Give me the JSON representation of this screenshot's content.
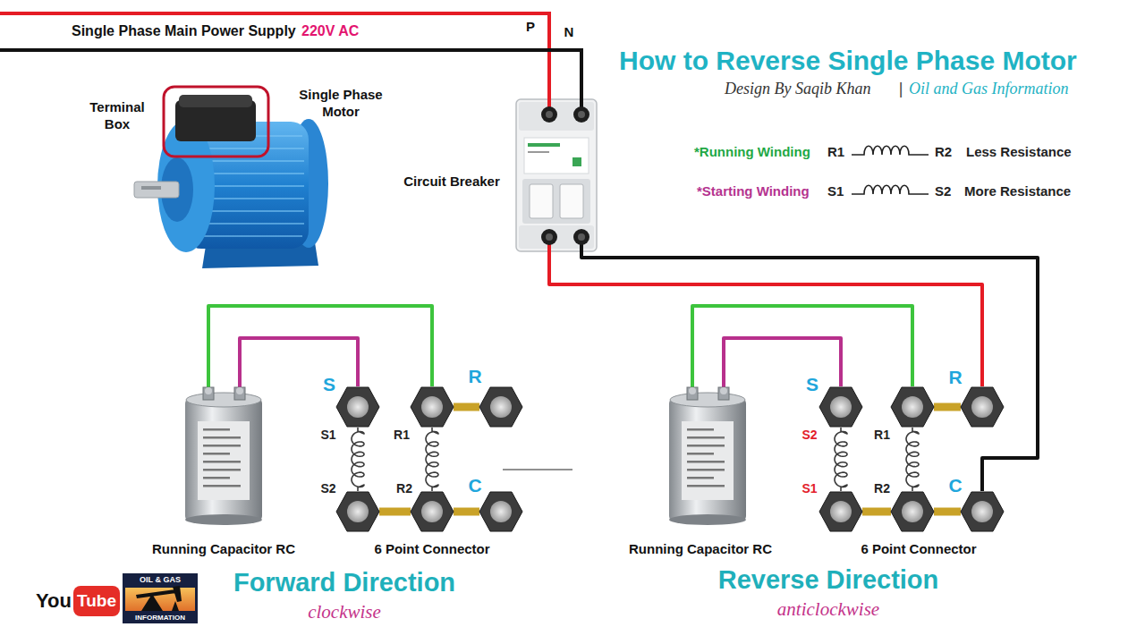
{
  "diagram": {
    "title": "How to Reverse Single Phase Motor",
    "nodes": [
      {
        "text": [
          "Circuit Breaker"
        ]
      },
      {
        "text": [
          "Running Capacitor RC"
        ]
      },
      {
        "text": [
          "S",
          "S1"
        ]
      },
      {
        "text": [
          "R1"
        ]
      },
      {
        "text": [
          "R"
        ]
      },
      {
        "text": [
          "S2"
        ]
      },
      {
        "text": [
          "R2"
        ]
      },
      {
        "text": [
          "C"
        ]
      },
      {
        "text": [
          "Running Capacitor RC"
        ]
      },
      {
        "text": [
          "S",
          "S2"
        ]
      },
      {
        "text": [
          "R1"
        ]
      },
      {
        "text": [
          "R"
        ]
      },
      {
        "text": [
          "S1"
        ]
      },
      {
        "text": [
          "R2"
        ]
      },
      {
        "text": [
          "C"
        ]
      }
    ],
    "edges": [
      {
        "from": 1,
        "to": 2,
        "arrow": "none"
      },
      {
        "from": 1,
        "to": 3,
        "arrow": "none"
      },
      {
        "from": 2,
        "to": 5,
        "arrow": "none"
      },
      {
        "from": 3,
        "to": 6,
        "arrow": "none"
      },
      {
        "from": 3,
        "to": 4,
        "arrow": "none"
      },
      {
        "from": 5,
        "to": 6,
        "arrow": "none"
      },
      {
        "from": 6,
        "to": 7,
        "arrow": "none"
      },
      {
        "from": 0,
        "to": 11,
        "arrow": "none"
      },
      {
        "from": 0,
        "to": 14,
        "arrow": "none"
      },
      {
        "from": 8,
        "to": 9,
        "arrow": "none"
      },
      {
        "from": 8,
        "to": 10,
        "arrow": "none"
      },
      {
        "from": 9,
        "to": 12,
        "arrow": "none"
      },
      {
        "from": 10,
        "to": 13,
        "arrow": "none"
      },
      {
        "from": 10,
        "to": 11,
        "arrow": "none"
      },
      {
        "from": 12,
        "to": 13,
        "arrow": "none"
      },
      {
        "from": 13,
        "to": 14,
        "arrow": "none"
      }
    ],
    "labels": [
      "Single Phase Main Power Supply",
      "220V AC",
      "P",
      "N",
      "Design By Saqib Khan",
      "|",
      "Oil and Gas Information",
      "Terminal Box",
      "Single Phase Motor",
      "*Running Winding",
      "R1",
      "R2",
      "Less Resistance",
      "*Starting Winding",
      "S1",
      "S2",
      "More Resistance",
      "6 Point Connector",
      "Forward Direction",
      "clockwise",
      "6 Point Connector",
      "Reverse Direction",
      "anticlockwise",
      "You",
      "Tube",
      "OIL & GAS",
      "INFORMATION"
    ]
  }
}
